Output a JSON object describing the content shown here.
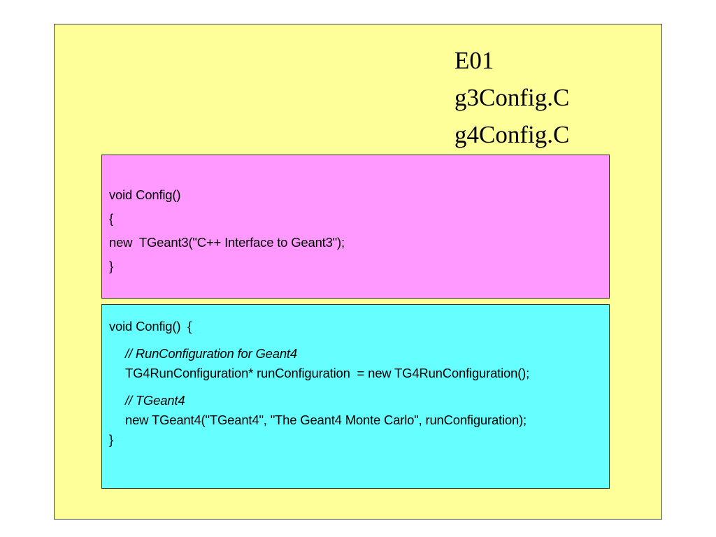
{
  "title": {
    "lines": [
      "E01",
      "g3Config.C",
      "g4Config.C"
    ]
  },
  "g3_box": {
    "lines": [
      "void Config()",
      "{",
      "new  TGeant3(\"C++ Interface to Geant3\");",
      "}"
    ]
  },
  "g4_box": {
    "header": "void Config()  {",
    "comment_run": "// RunConfiguration for Geant4",
    "run_config": "TG4RunConfiguration* runConfiguration  = new TG4RunConfiguration();",
    "comment_tgeant": "// TGeant4",
    "new_tgeant": "new TGeant4(\"TGeant4\", \"The Geant4 Monte Carlo\", runConfiguration);",
    "close": "}"
  },
  "colors": {
    "page_background": "#ffffff",
    "panel_background": "#ffff99",
    "g3_box_background": "#ff99ff",
    "g4_box_background": "#66ffff"
  }
}
